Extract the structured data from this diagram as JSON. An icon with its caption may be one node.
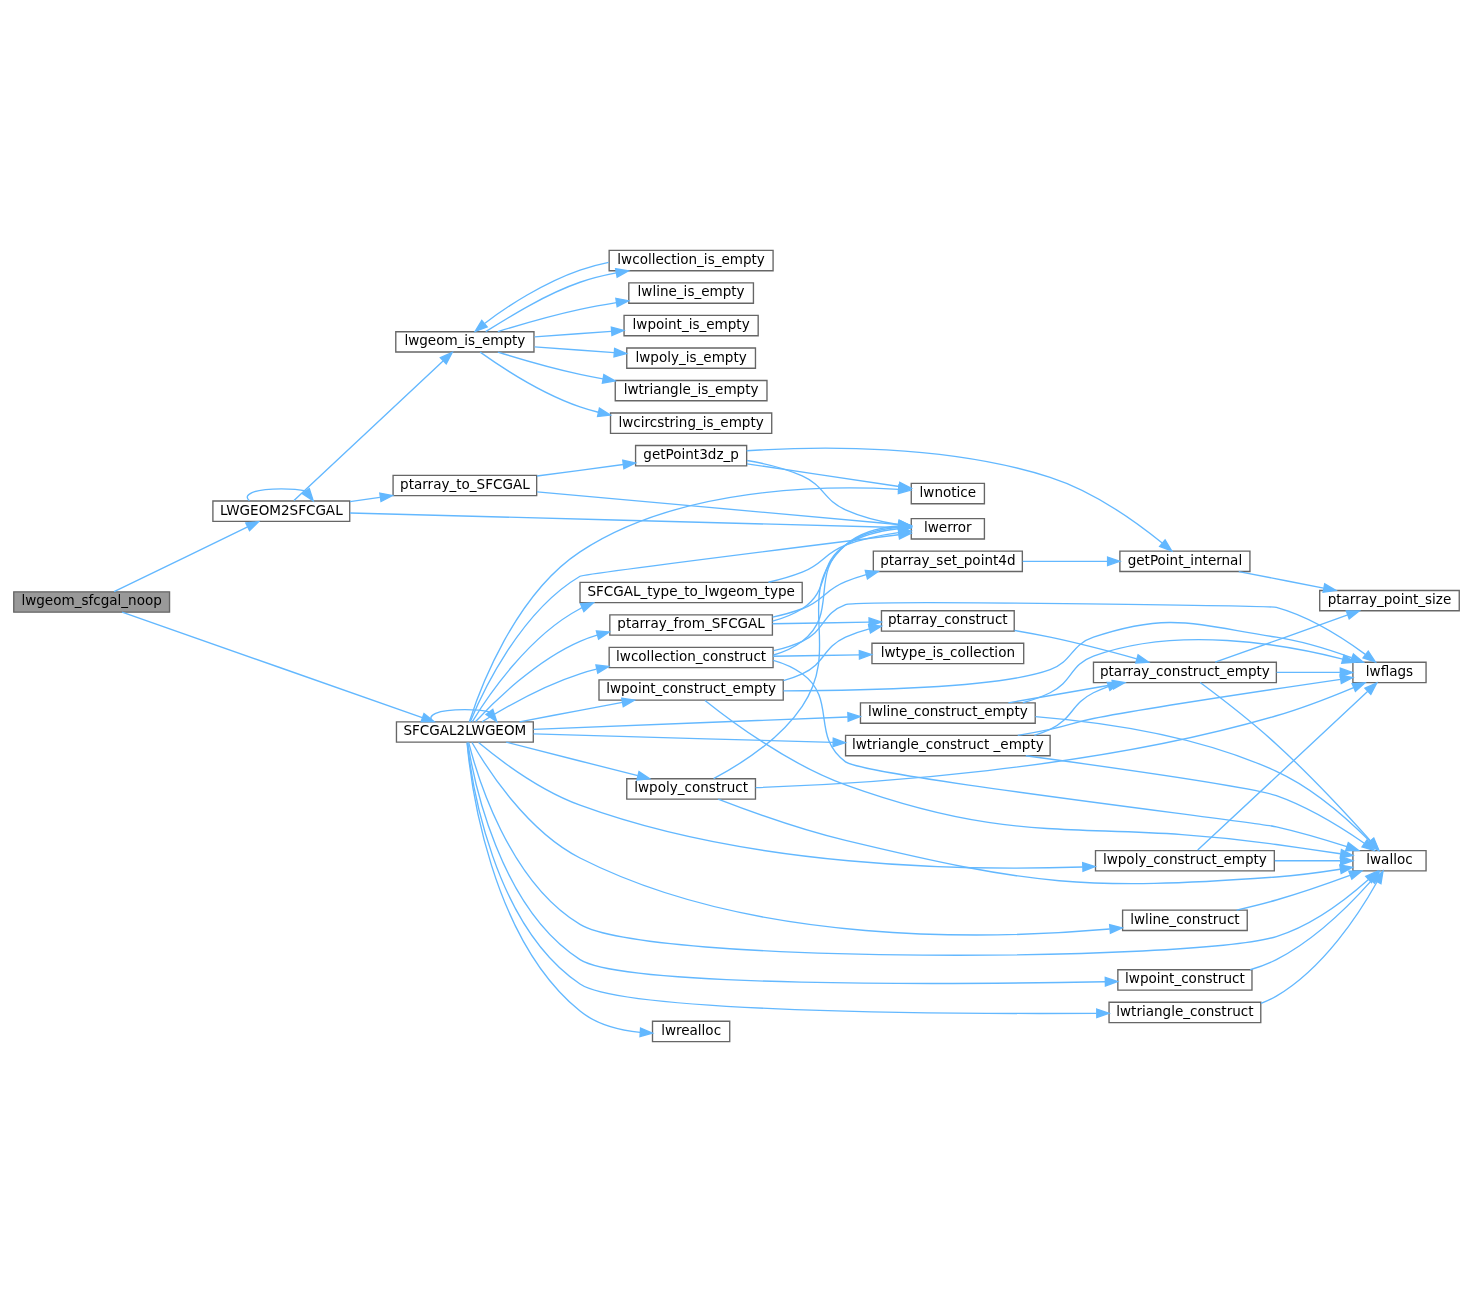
{
  "diagram": {
    "nodes": [
      {
        "text": [
          "lwgeom_sfcgal_noop"
        ]
      },
      {
        "text": [
          "LWGEOM2SFCGAL"
        ]
      },
      {
        "text": [
          "SFCGAL2LWGEOM"
        ]
      },
      {
        "text": [
          "lwgeom_is_empty"
        ]
      },
      {
        "text": [
          "ptarray_to_SFCGAL"
        ]
      },
      {
        "text": [
          "lwpoly_is_empty"
        ]
      },
      {
        "text": [
          "lwtriangle_is_empty"
        ]
      },
      {
        "text": [
          "lwcircstring_is_empty"
        ]
      },
      {
        "text": [
          "lwcollection_is_empty"
        ]
      },
      {
        "text": [
          "lwline_is_empty"
        ]
      },
      {
        "text": [
          "lwpoint_is_empty"
        ]
      },
      {
        "text": [
          "getPoint3dz_p"
        ]
      },
      {
        "text": [
          "lwnotice"
        ]
      },
      {
        "text": [
          "lwerror"
        ]
      },
      {
        "text": [
          "SFCGAL_type_to_lwgeom_type"
        ]
      },
      {
        "text": [
          "ptarray_from_SFCGAL"
        ]
      },
      {
        "text": [
          "lwpoint_construct_empty"
        ]
      },
      {
        "text": [
          "lwpoly_construct"
        ]
      },
      {
        "text": [
          "lwcollection_construct"
        ]
      },
      {
        "text": [
          "lwrealloc"
        ]
      },
      {
        "text": [
          "getPoint_internal"
        ]
      },
      {
        "text": [
          "ptarray_set_point4d"
        ]
      },
      {
        "text": [
          "ptarray_construct"
        ]
      },
      {
        "text": [
          "lwtriangle_construct _empty"
        ]
      },
      {
        "text": [
          "lwline_construct_empty"
        ]
      },
      {
        "text": [
          "lwtype_is_collection"
        ]
      },
      {
        "text": [
          "lwpoly_construct_empty"
        ]
      },
      {
        "text": [
          "lwpoint_construct"
        ]
      },
      {
        "text": [
          "lwtriangle_construct"
        ]
      },
      {
        "text": [
          "lwline_construct"
        ]
      },
      {
        "text": [
          "ptarray_point_size"
        ]
      },
      {
        "text": [
          "ptarray_construct_empty"
        ]
      },
      {
        "text": [
          "lwflags"
        ]
      },
      {
        "text": [
          "lwalloc"
        ]
      }
    ],
    "edges": [
      {
        "from": 0,
        "to": 1,
        "arrow": "to"
      },
      {
        "from": 0,
        "to": 2,
        "arrow": "to"
      },
      {
        "from": 1,
        "to": 1,
        "arrow": "to"
      },
      {
        "from": 1,
        "to": 3,
        "arrow": "to"
      },
      {
        "from": 1,
        "to": 4,
        "arrow": "to"
      },
      {
        "from": 1,
        "to": 13,
        "arrow": "to"
      },
      {
        "from": 3,
        "to": 5,
        "arrow": "to"
      },
      {
        "from": 3,
        "to": 6,
        "arrow": "to"
      },
      {
        "from": 3,
        "to": 7,
        "arrow": "to"
      },
      {
        "from": 3,
        "to": 8,
        "arrow": "to"
      },
      {
        "from": 3,
        "to": 9,
        "arrow": "to"
      },
      {
        "from": 3,
        "to": 10,
        "arrow": "to"
      },
      {
        "from": 8,
        "to": 3,
        "arrow": "to"
      },
      {
        "from": 4,
        "to": 11,
        "arrow": "to"
      },
      {
        "from": 4,
        "to": 13,
        "arrow": "to"
      },
      {
        "from": 11,
        "to": 12,
        "arrow": "to"
      },
      {
        "from": 11,
        "to": 13,
        "arrow": "to"
      },
      {
        "from": 11,
        "to": 20,
        "arrow": "to"
      },
      {
        "from": 2,
        "to": 2,
        "arrow": "to"
      },
      {
        "from": 2,
        "to": 12,
        "arrow": "to"
      },
      {
        "from": 2,
        "to": 13,
        "arrow": "to"
      },
      {
        "from": 2,
        "to": 14,
        "arrow": "to"
      },
      {
        "from": 2,
        "to": 15,
        "arrow": "to"
      },
      {
        "from": 2,
        "to": 16,
        "arrow": "to"
      },
      {
        "from": 2,
        "to": 23,
        "arrow": "to"
      },
      {
        "from": 2,
        "to": 24,
        "arrow": "to"
      },
      {
        "from": 2,
        "to": 17,
        "arrow": "to"
      },
      {
        "from": 2,
        "to": 18,
        "arrow": "to"
      },
      {
        "from": 2,
        "to": 26,
        "arrow": "to"
      },
      {
        "from": 2,
        "to": 33,
        "arrow": "to"
      },
      {
        "from": 2,
        "to": 19,
        "arrow": "to"
      },
      {
        "from": 2,
        "to": 27,
        "arrow": "to"
      },
      {
        "from": 2,
        "to": 28,
        "arrow": "to"
      },
      {
        "from": 2,
        "to": 29,
        "arrow": "to"
      },
      {
        "from": 14,
        "to": 13,
        "arrow": "to"
      },
      {
        "from": 15,
        "to": 13,
        "arrow": "to"
      },
      {
        "from": 15,
        "to": 21,
        "arrow": "to"
      },
      {
        "from": 15,
        "to": 22,
        "arrow": "to"
      },
      {
        "from": 16,
        "to": 22,
        "arrow": "to"
      },
      {
        "from": 16,
        "to": 32,
        "arrow": "to"
      },
      {
        "from": 16,
        "to": 33,
        "arrow": "to"
      },
      {
        "from": 17,
        "to": 13,
        "arrow": "to"
      },
      {
        "from": 17,
        "to": 32,
        "arrow": "to"
      },
      {
        "from": 17,
        "to": 33,
        "arrow": "to"
      },
      {
        "from": 18,
        "to": 13,
        "arrow": "to"
      },
      {
        "from": 18,
        "to": 32,
        "arrow": "to"
      },
      {
        "from": 18,
        "to": 25,
        "arrow": "to"
      },
      {
        "from": 18,
        "to": 33,
        "arrow": "to"
      },
      {
        "from": 21,
        "to": 20,
        "arrow": "to"
      },
      {
        "from": 20,
        "to": 30,
        "arrow": "to"
      },
      {
        "from": 22,
        "to": 31,
        "arrow": "to"
      },
      {
        "from": 23,
        "to": 31,
        "arrow": "to"
      },
      {
        "from": 23,
        "to": 32,
        "arrow": "to"
      },
      {
        "from": 23,
        "to": 33,
        "arrow": "to"
      },
      {
        "from": 24,
        "to": 31,
        "arrow": "to"
      },
      {
        "from": 24,
        "to": 32,
        "arrow": "to"
      },
      {
        "from": 24,
        "to": 33,
        "arrow": "to"
      },
      {
        "from": 31,
        "to": 30,
        "arrow": "to"
      },
      {
        "from": 31,
        "to": 32,
        "arrow": "to"
      },
      {
        "from": 31,
        "to": 33,
        "arrow": "to"
      },
      {
        "from": 26,
        "to": 32,
        "arrow": "to"
      },
      {
        "from": 26,
        "to": 33,
        "arrow": "to"
      },
      {
        "from": 27,
        "to": 33,
        "arrow": "to"
      },
      {
        "from": 28,
        "to": 33,
        "arrow": "to"
      },
      {
        "from": 29,
        "to": 33,
        "arrow": "to"
      }
    ]
  }
}
